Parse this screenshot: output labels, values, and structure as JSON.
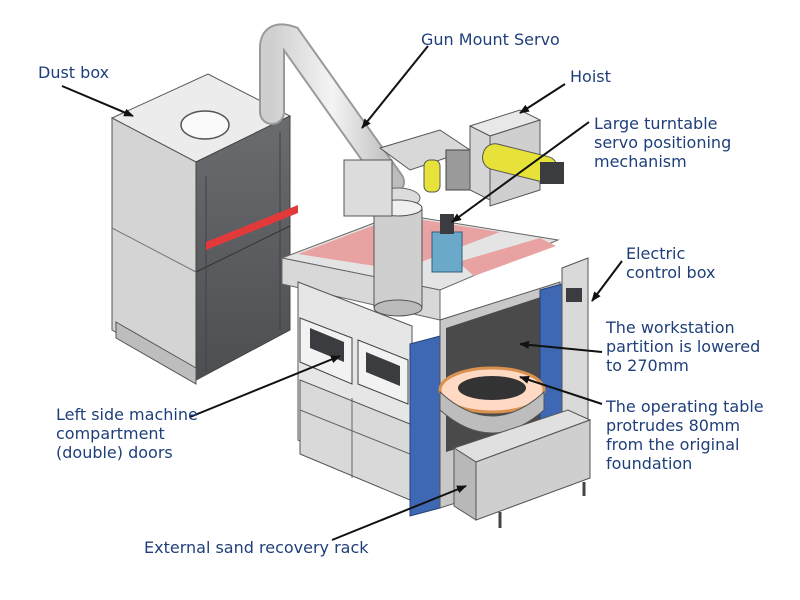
{
  "labels": {
    "dust_box": "Dust box",
    "gun_mount_servo": "Gun Mount Servo",
    "hoist": "Hoist",
    "turntable": [
      "Large turntable",
      "servo positioning",
      "mechanism"
    ],
    "electric_control_box": [
      "Electric",
      "control box"
    ],
    "partition": [
      "The workstation",
      "partition is lowered",
      "to 270mm"
    ],
    "operating_table": [
      "The operating table",
      "protrudes 80mm",
      "from the original",
      "foundation"
    ],
    "left_doors": [
      "Left side machine",
      "compartment",
      "(double) doors"
    ],
    "sand_rack": "External sand recovery rack"
  },
  "colors": {
    "label_text": "#1f3f7a",
    "leader": "#111111",
    "machine_body": "#e4e4e4",
    "panel_dark": "#5b5d61",
    "accent_red": "#e23a3a",
    "top_pink": "#e8a2a2",
    "door_blue": "#3f68b4",
    "servo_yellow": "#e6e23a",
    "turntable_orange": "#d9914d"
  }
}
